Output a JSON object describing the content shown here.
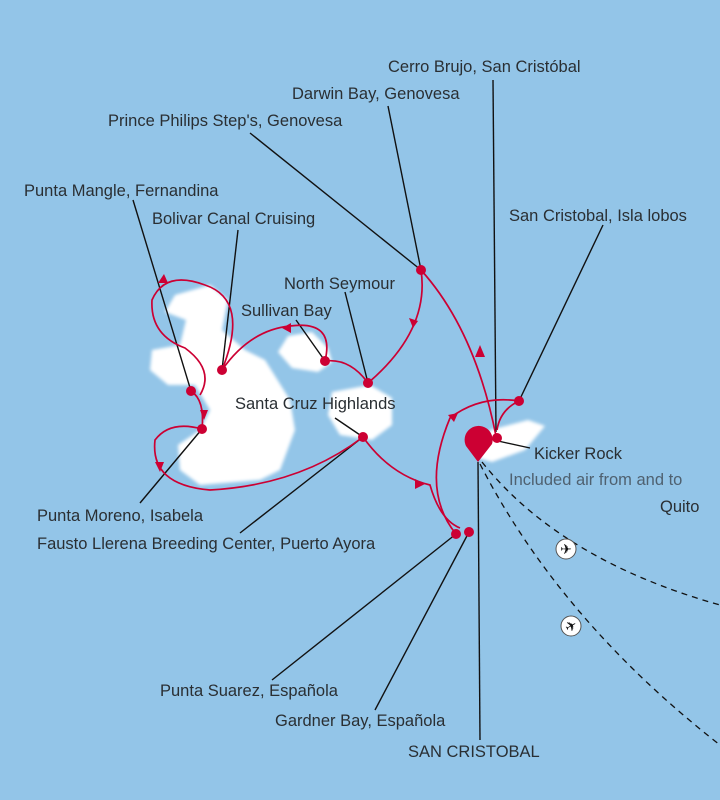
{
  "colors": {
    "sea": "#93c5e8",
    "land": "#ffffff",
    "route": "#cc0033",
    "leader": "#111111"
  },
  "labels": {
    "cerro_brujo": "Cerro Brujo, San Cristóbal",
    "darwin_bay": "Darwin Bay, Genovesa",
    "prince_philips": "Prince Philips Step's, Genovesa",
    "punta_mangle": "Punta Mangle, Fernandina",
    "bolivar": "Bolivar Canal Cruising",
    "isla_lobos": "San Cristobal, Isla lobos",
    "north_seymour": "North Seymour",
    "sullivan_bay": "Sullivan Bay",
    "santa_cruz_highlands": "Santa Cruz Highlands",
    "kicker_rock": "Kicker Rock",
    "air_note": "Included air from and to",
    "quito": "Quito",
    "punta_moreno": "Punta Moreno, Isabela",
    "fausto": "Fausto Llerena Breeding Center, Puerto Ayora",
    "punta_suarez": "Punta Suarez, Española",
    "gardner_bay": "Gardner Bay, Española",
    "san_cristobal": "SAN CRISTOBAL"
  },
  "icons": [
    "map-pin-icon",
    "airplane-icon"
  ]
}
